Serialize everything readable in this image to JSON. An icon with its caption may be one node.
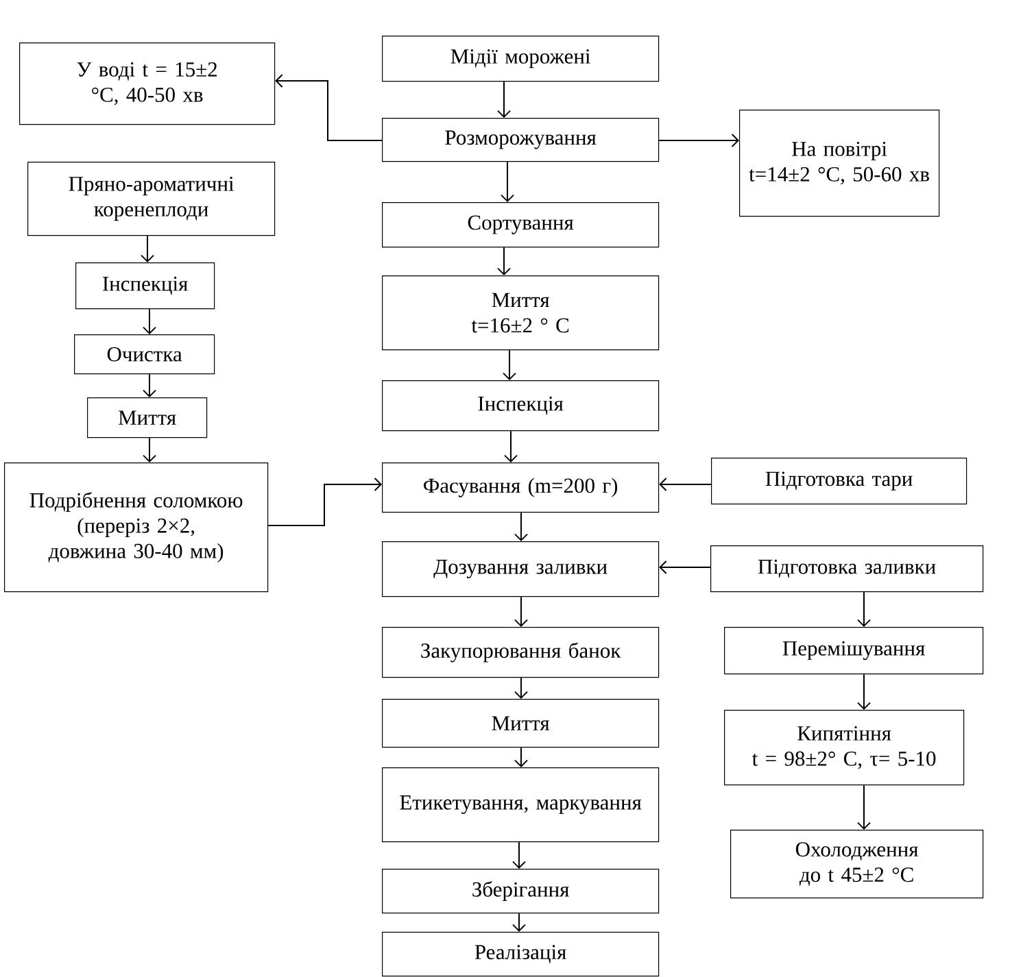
{
  "diagram": {
    "nodes": [
      {
        "text": [
          "Мідії морожені"
        ]
      },
      {
        "text": [
          "У воді t = 15±2 °С, 40-50 хв"
        ]
      },
      {
        "text": [
          "Розморожування"
        ]
      },
      {
        "text": [
          "На повітрі",
          "t=14±2 °С, 50-60 хв"
        ]
      },
      {
        "text": [
          "Пряно-ароматичні коренеплоди"
        ]
      },
      {
        "text": [
          "Сортування"
        ]
      },
      {
        "text": [
          "Інспекція"
        ]
      },
      {
        "text": [
          "Миття",
          "t=16±2 ° С"
        ]
      },
      {
        "text": [
          "Очистка"
        ]
      },
      {
        "text": [
          "Миття"
        ]
      },
      {
        "text": [
          "Інспекція"
        ]
      },
      {
        "text": [
          "Подрібнення соломкою (переріз 2×2, довжина 30-40 мм)"
        ]
      },
      {
        "text": [
          "Фасування (m=200 г)"
        ]
      },
      {
        "text": [
          "Підготовка тари"
        ]
      },
      {
        "text": [
          "Дозування заливки"
        ]
      },
      {
        "text": [
          "Підготовка заливки"
        ]
      },
      {
        "text": [
          "Закупорювання банок"
        ]
      },
      {
        "text": [
          "Перемішування"
        ]
      },
      {
        "text": [
          "Миття"
        ]
      },
      {
        "text": [
          "Кипятіння",
          "t = 98±2° С, τ= 5-10"
        ]
      },
      {
        "text": [
          "Етикетування, маркування"
        ]
      },
      {
        "text": [
          "Охолодження до t 45±2 °С"
        ]
      },
      {
        "text": [
          "Зберігання"
        ]
      },
      {
        "text": [
          "Реалізація"
        ]
      }
    ],
    "edges": [
      {
        "from": 0,
        "to": 2,
        "arrow": "to"
      },
      {
        "from": 2,
        "to": 1,
        "arrow": "to"
      },
      {
        "from": 2,
        "to": 3,
        "arrow": "to"
      },
      {
        "from": 2,
        "to": 5,
        "arrow": "to"
      },
      {
        "from": 4,
        "to": 6,
        "arrow": "to"
      },
      {
        "from": 6,
        "to": 8,
        "arrow": "to"
      },
      {
        "from": 8,
        "to": 9,
        "arrow": "to"
      },
      {
        "from": 9,
        "to": 11,
        "arrow": "to"
      },
      {
        "from": 5,
        "to": 7,
        "arrow": "to"
      },
      {
        "from": 7,
        "to": 10,
        "arrow": "to"
      },
      {
        "from": 10,
        "to": 12,
        "arrow": "to"
      },
      {
        "from": 11,
        "to": 12,
        "arrow": "to"
      },
      {
        "from": 13,
        "to": 12,
        "arrow": "to"
      },
      {
        "from": 12,
        "to": 14,
        "arrow": "to"
      },
      {
        "from": 15,
        "to": 14,
        "arrow": "to"
      },
      {
        "from": 14,
        "to": 16,
        "arrow": "to"
      },
      {
        "from": 15,
        "to": 17,
        "arrow": "to"
      },
      {
        "from": 17,
        "to": 19,
        "arrow": "to"
      },
      {
        "from": 19,
        "to": 21,
        "arrow": "to"
      },
      {
        "from": 16,
        "to": 18,
        "arrow": "to"
      },
      {
        "from": 18,
        "to": 20,
        "arrow": "to"
      },
      {
        "from": 20,
        "to": 22,
        "arrow": "to"
      },
      {
        "from": 22,
        "to": 23,
        "arrow": "to"
      }
    ]
  }
}
